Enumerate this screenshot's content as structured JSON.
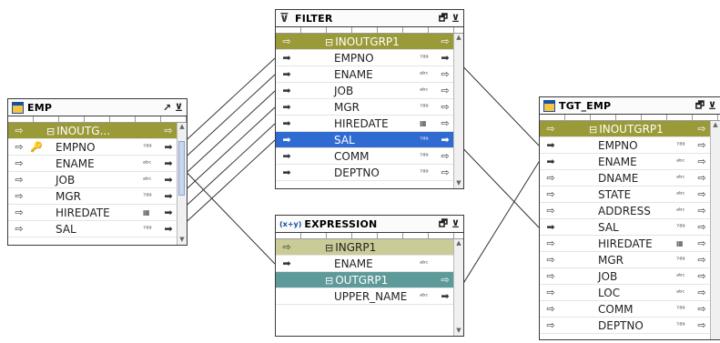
{
  "colors": {
    "group_olive": "#9a9a38",
    "group_light": "#cbcb98",
    "group_teal": "#5f9a9a",
    "selected_blue": "#2f6bd0",
    "border": "#3a3a3a",
    "wire": "#333333"
  },
  "icons": {
    "port_in": "⇨",
    "port_out": "➡",
    "key": "🔑",
    "restore": "🗗",
    "minimize": "⊻",
    "maximize": "↗",
    "filter": "⊽",
    "expression": "(x+y)"
  },
  "emp": {
    "title": "EMP",
    "group": "INOUTG...",
    "fields": [
      {
        "name": "EMPNO",
        "type": "789"
      },
      {
        "name": "ENAME",
        "type": "abc"
      },
      {
        "name": "JOB",
        "type": "abc"
      },
      {
        "name": "MGR",
        "type": "789"
      },
      {
        "name": "HIREDATE",
        "type": "cal"
      },
      {
        "name": "SAL",
        "type": "789"
      }
    ]
  },
  "filter": {
    "title": "FILTER",
    "group": "INOUTGRP1",
    "fields": [
      {
        "name": "EMPNO",
        "type": "789"
      },
      {
        "name": "ENAME",
        "type": "abc"
      },
      {
        "name": "JOB",
        "type": "abc"
      },
      {
        "name": "MGR",
        "type": "789"
      },
      {
        "name": "HIREDATE",
        "type": "cal"
      },
      {
        "name": "SAL",
        "type": "789"
      },
      {
        "name": "COMM",
        "type": "789"
      },
      {
        "name": "DEPTNO",
        "type": "789"
      }
    ]
  },
  "expression": {
    "title": "EXPRESSION",
    "in_group": "INGRP1",
    "in_field": {
      "name": "ENAME",
      "type": "abc"
    },
    "out_group": "OUTGRP1",
    "out_field": {
      "name": "UPPER_NAME",
      "type": "abc"
    }
  },
  "tgt_emp": {
    "title": "TGT_EMP",
    "group": "INOUTGRP1",
    "fields": [
      {
        "name": "EMPNO",
        "type": "789"
      },
      {
        "name": "ENAME",
        "type": "abc"
      },
      {
        "name": "DNAME",
        "type": "abc"
      },
      {
        "name": "STATE",
        "type": "abc"
      },
      {
        "name": "ADDRESS",
        "type": "abc"
      },
      {
        "name": "SAL",
        "type": "789"
      },
      {
        "name": "HIREDATE",
        "type": "cal"
      },
      {
        "name": "MGR",
        "type": "789"
      },
      {
        "name": "JOB",
        "type": "abc"
      },
      {
        "name": "LOC",
        "type": "abc"
      },
      {
        "name": "COMM",
        "type": "789"
      },
      {
        "name": "DEPTNO",
        "type": "789"
      }
    ]
  }
}
